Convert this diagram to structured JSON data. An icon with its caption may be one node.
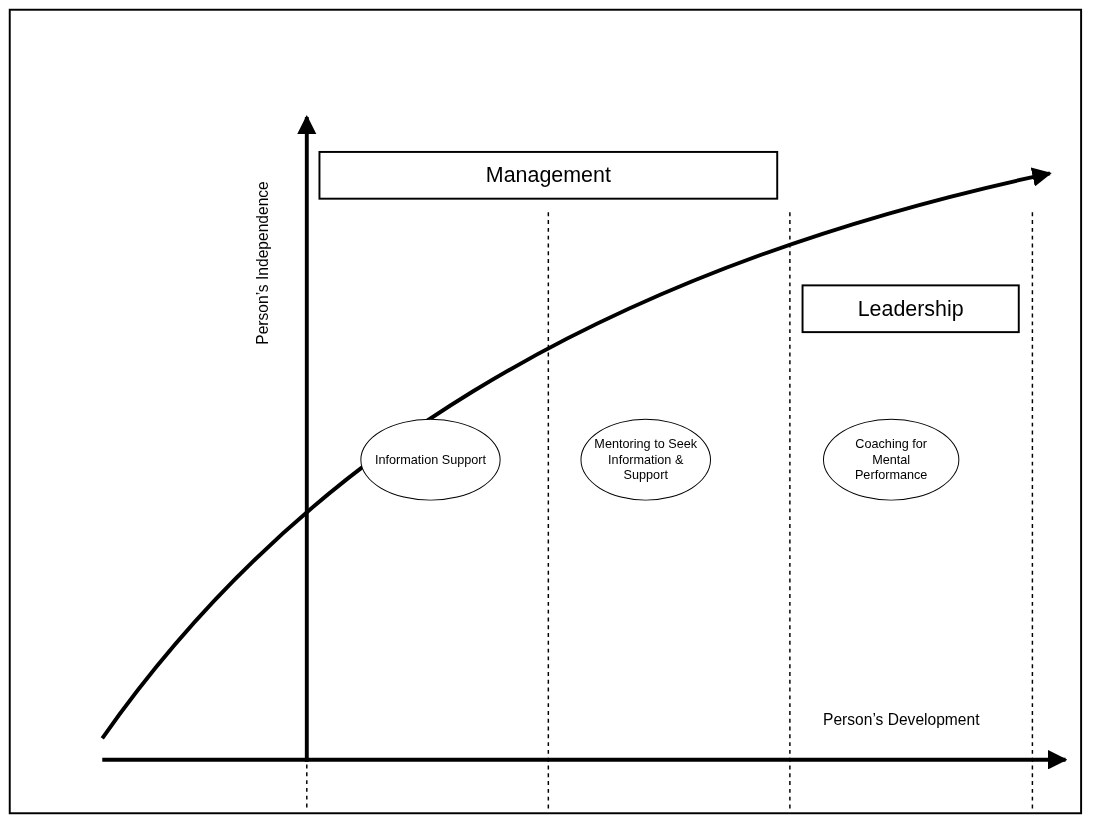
{
  "diagram": {
    "nodes": [
      {
        "text": [
          "Management"
        ]
      },
      {
        "text": [
          "Leadership"
        ]
      },
      {
        "text": [
          "Information Support"
        ]
      },
      {
        "text": [
          "Mentoring to Seek Information & Support"
        ]
      },
      {
        "text": [
          "Coaching for Mental Performance"
        ]
      }
    ],
    "labels": [
      "Person’s Independence",
      "Person’s Development"
    ]
  }
}
